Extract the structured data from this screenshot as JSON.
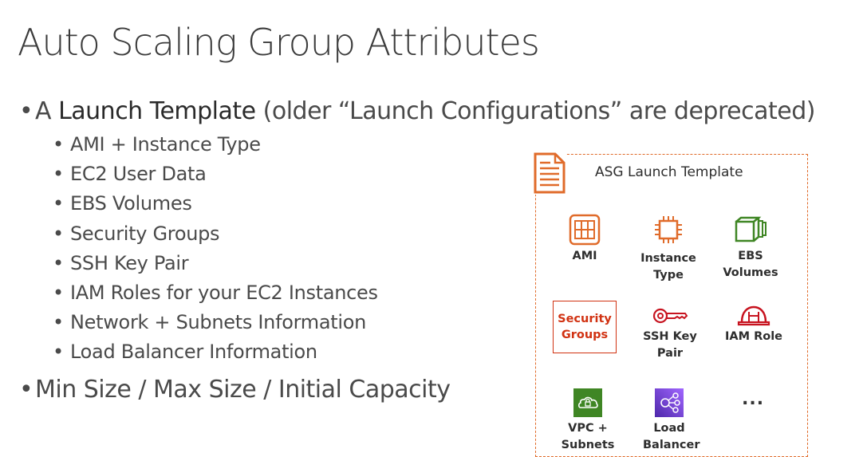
{
  "title": "Auto Scaling Group Attributes",
  "bullets": {
    "launch_template": {
      "strong": "Launch Template",
      "rest": " (older “Launch Configurations” are deprecated)",
      "prefix": "A "
    },
    "sub_items": [
      "AMI + Instance Type",
      "EC2 User Data",
      "EBS Volumes",
      "Security Groups",
      "SSH Key Pair",
      "IAM Roles for your EC2 Instances",
      "Network + Subnets Information",
      "Load Balancer Information"
    ],
    "capacity": "Min Size / Max Size / Initial Capacity"
  },
  "diagram": {
    "title": "ASG Launch Template",
    "items": {
      "ami": "AMI",
      "instance_type_1": "Instance",
      "instance_type_2": "Type",
      "ebs": "EBS Volumes",
      "security_1": "Security",
      "security_2": "Groups",
      "ssh": "SSH Key Pair",
      "iam": "IAM Role",
      "vpc": "VPC + Subnets",
      "lb_1": "Load",
      "lb_2": "Balancer",
      "more": "..."
    },
    "colors": {
      "accent_orange": "#e06b2a",
      "security_red": "#d13212",
      "storage_green": "#3f8624",
      "iam_red": "#c7131f",
      "vpc_green": "#3f8624",
      "lb_purple": "#8c4fff"
    }
  }
}
